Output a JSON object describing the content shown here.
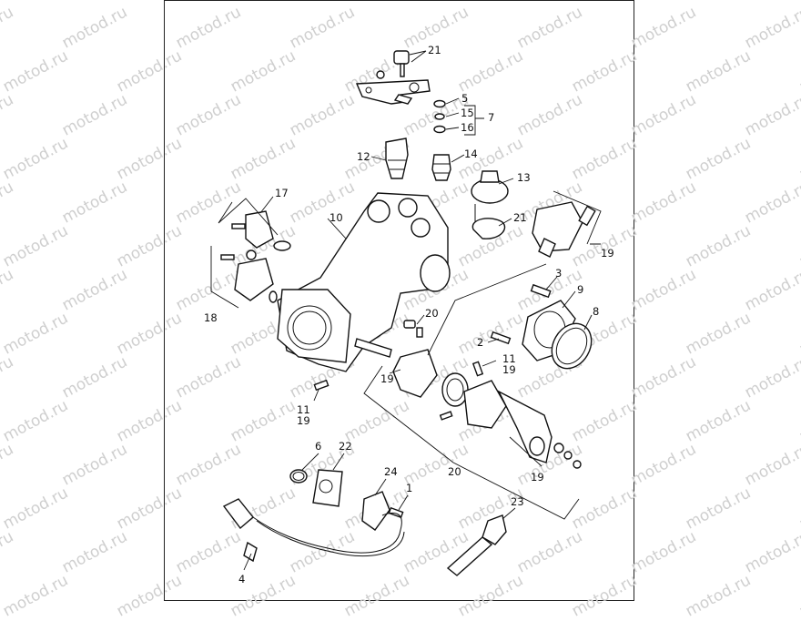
{
  "watermark_text": "motod.ru",
  "callouts": {
    "c21a": "21",
    "c5": "5",
    "c15": "15",
    "c7": "7",
    "c16": "16",
    "c14": "14",
    "c12": "12",
    "c13": "13",
    "c17": "17",
    "c10": "10",
    "c21b": "21",
    "c19a": "19",
    "c3": "3",
    "c9": "9",
    "c8": "8",
    "c18": "18",
    "c20a": "20",
    "c2": "2",
    "c11a": "11",
    "c19b": "19",
    "c19c": "19",
    "c11b": "11",
    "c19d": "19",
    "c6": "6",
    "c22": "22",
    "c24": "24",
    "c1": "1",
    "c20b": "20",
    "c19e": "19",
    "c23": "23",
    "c4": "4"
  }
}
